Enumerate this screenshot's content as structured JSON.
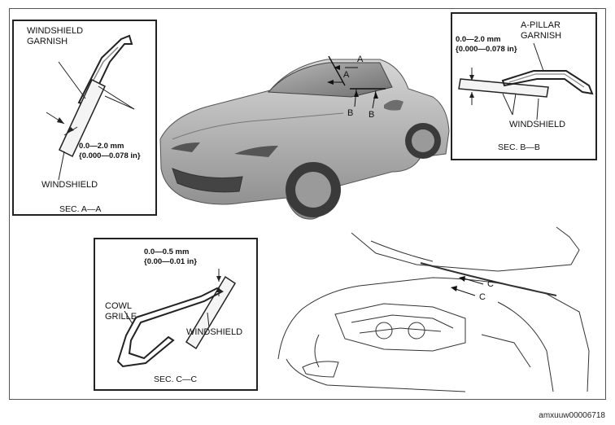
{
  "sec_aa": {
    "garnish_line1": "WINDSHIELD",
    "garnish_line2": "GARNISH",
    "gap_mm": "0.0—2.0 mm",
    "gap_in": "{0.000—0.078 in}",
    "windshield": "WINDSHIELD",
    "section": "SEC. A—A"
  },
  "sec_bb": {
    "garnish_line1": "A-PILLAR",
    "garnish_line2": "GARNISH",
    "gap_mm": "0.0—2.0 mm",
    "gap_in": "{0.000—0.078 in}",
    "windshield": "WINDSHIELD",
    "section": "SEC. B—B"
  },
  "sec_cc": {
    "gap_mm": "0.0—0.5 mm",
    "gap_in": "{0.00—0.01 in}",
    "cowl_line1": "COWL",
    "cowl_line2": "GRILLE",
    "windshield": "WINDSHIELD",
    "section": "SEC. C—C"
  },
  "car_markers": {
    "a1": "A",
    "a2": "A",
    "b1": "B",
    "b2": "B"
  },
  "engine_markers": {
    "c1": "C",
    "c2": "C"
  },
  "figure_id": "amxuuw00006718"
}
